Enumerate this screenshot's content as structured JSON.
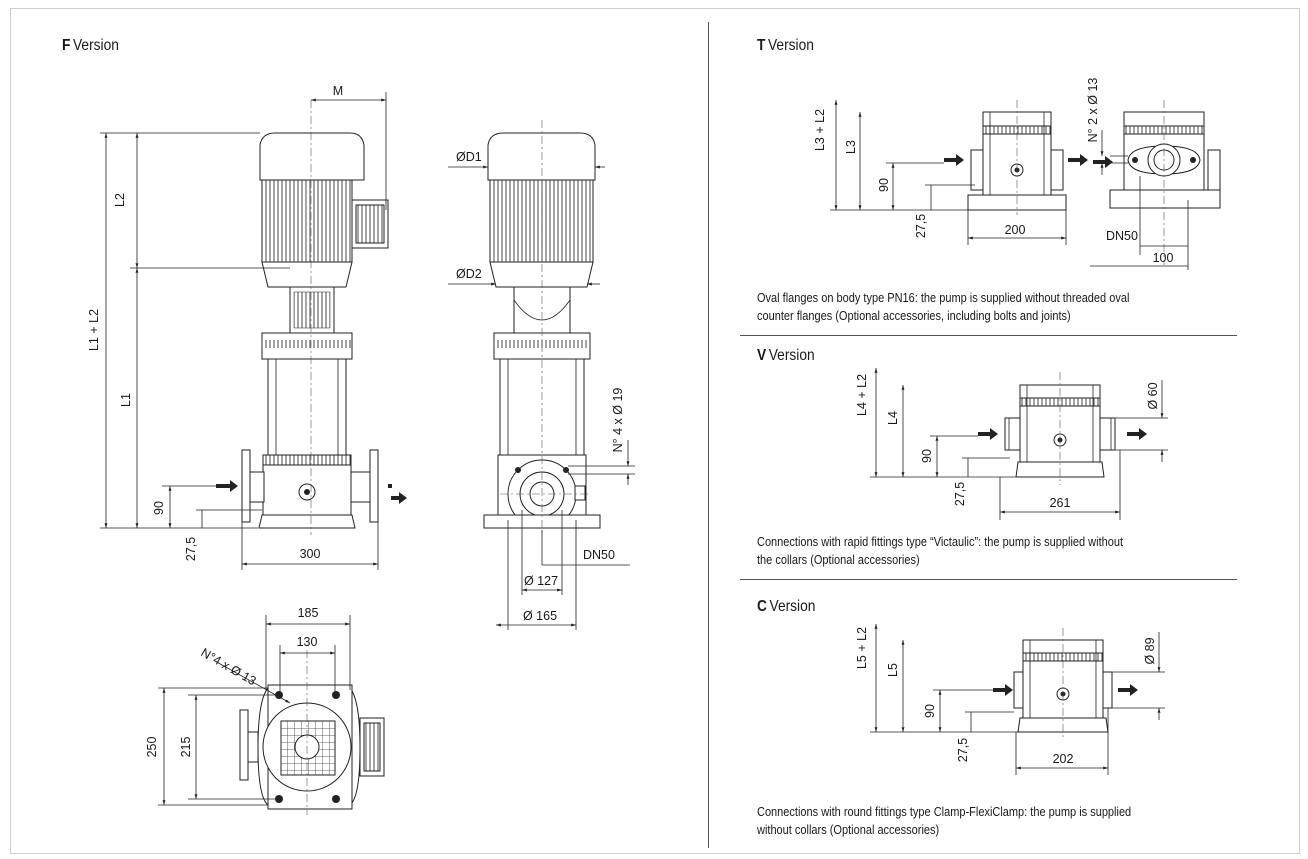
{
  "sections": {
    "f": {
      "letter": "F",
      "word": "Version"
    },
    "t": {
      "letter": "T",
      "word": "Version",
      "caption_line1": "Oval flanges on body type PN16: the pump is supplied without threaded oval",
      "caption_line2": "counter flanges (Optional accessories, including bolts and joints)"
    },
    "v": {
      "letter": "V",
      "word": "Version",
      "caption_line1": "Connections with rapid fittings type “Victaulic”: the pump is supplied without",
      "caption_line2": "the collars (Optional accessories)"
    },
    "c": {
      "letter": "C",
      "word": "Version",
      "caption_line1": "Connections with round fittings type Clamp-FlexiClamp: the pump is supplied",
      "caption_line2": "without collars (Optional accessories)"
    }
  },
  "dims": {
    "f": {
      "M": "M",
      "L2": "L2",
      "L1L2": "L1 + L2",
      "L1": "L1",
      "h90": "90",
      "h275": "27,5",
      "w300": "300",
      "D1": "ØD1",
      "D2": "ØD2",
      "holes19": "N° 4 x Ø 19",
      "dn50": "DN50",
      "d127": "Ø 127",
      "d165": "Ø 165",
      "w185": "185",
      "w130": "130",
      "holes13": "N°4 x Ø 13",
      "h250": "250",
      "h215": "215"
    },
    "t": {
      "L3L2": "L3 + L2",
      "L3": "L3",
      "h90": "90",
      "h275": "27,5",
      "w200": "200",
      "holes13": "N° 2 x Ø 13",
      "dn50": "DN50",
      "w100": "100"
    },
    "v": {
      "L4L2": "L4 + L2",
      "L4": "L4",
      "h90": "90",
      "h275": "27,5",
      "w261": "261",
      "d60": "Ø 60"
    },
    "c": {
      "L5L2": "L5 + L2",
      "L5": "L5",
      "h90": "90",
      "h275": "27,5",
      "w202": "202",
      "d89": "Ø 89"
    }
  }
}
